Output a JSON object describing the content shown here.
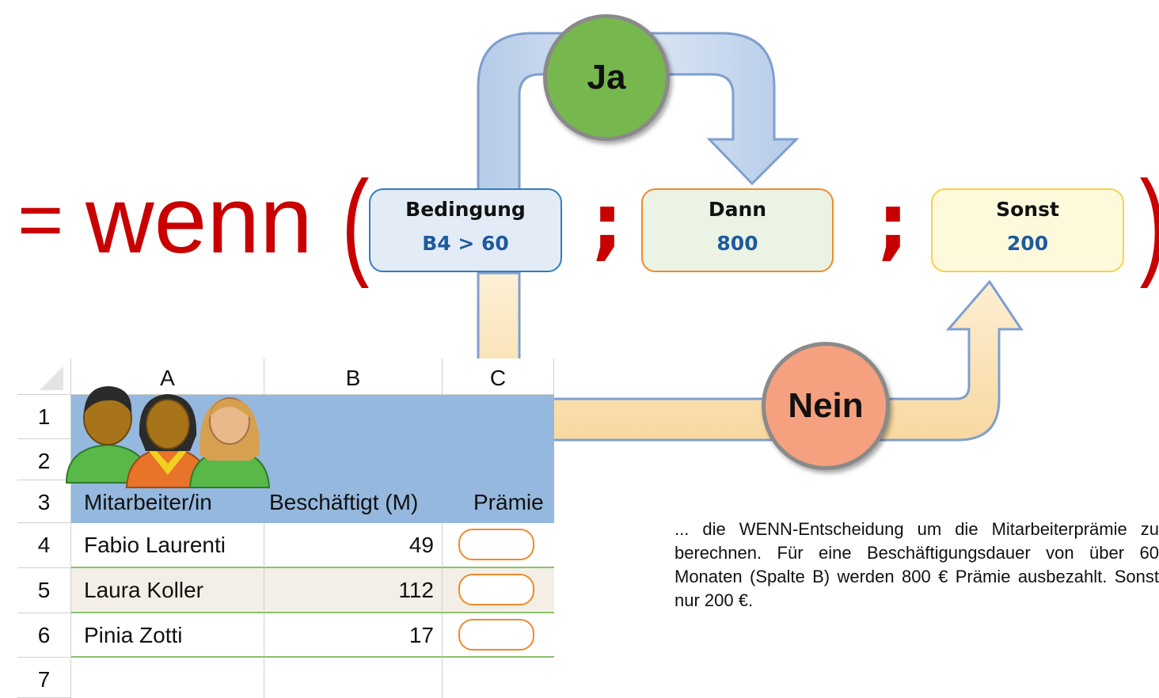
{
  "formula": {
    "equals": "=",
    "function_name": "wenn",
    "open_paren": "(",
    "close_paren": ")",
    "separator": ";"
  },
  "arguments": {
    "condition": {
      "label": "Bedingung",
      "value": "B4 > 60"
    },
    "then": {
      "label": "Dann",
      "value": "800"
    },
    "else": {
      "label": "Sonst",
      "value": "200"
    }
  },
  "branches": {
    "yes": "Ja",
    "no": "Nein"
  },
  "spreadsheet": {
    "columns": [
      "A",
      "B",
      "C"
    ],
    "row_numbers": [
      "1",
      "2",
      "3",
      "4",
      "5",
      "6",
      "7"
    ],
    "header_row": [
      "Mitarbeiter/in",
      "Beschäftigt (M)",
      "Prämie"
    ],
    "rows": [
      {
        "name": "Fabio Laurenti",
        "months": "49"
      },
      {
        "name": "Laura Koller",
        "months": "112"
      },
      {
        "name": "Pinia Zotti",
        "months": "17"
      }
    ]
  },
  "note": "... die WENN-Entscheidung um die Mitarbeiterprämie zu berechnen. Für eine Beschäftigungsdauer von über 60 Monaten (Spalte B) werden 800 € Prämie ausbezahlt. Sonst nur 200 €.",
  "colors": {
    "formula": "#c80000",
    "yes_circle": "#76b84e",
    "no_circle": "#f5a07e",
    "arrow_yes": "#c9d8ee",
    "arrow_no": "#fde9c2",
    "sheet_banner": "#95b8de"
  },
  "icons": [
    "people-group-icon",
    "select-all-corner-icon"
  ]
}
